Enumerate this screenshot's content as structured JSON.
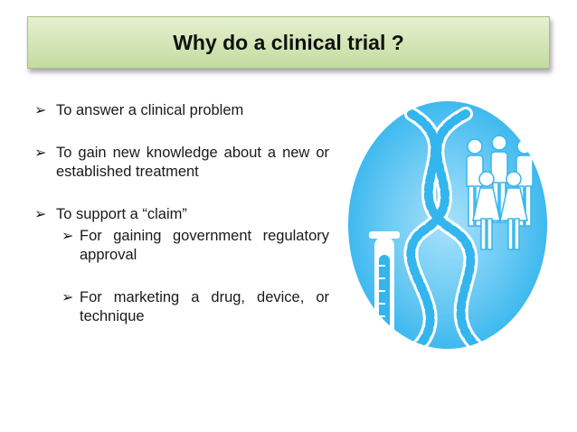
{
  "slide": {
    "title": "Why do a clinical trial ?",
    "bullets": {
      "b1": "To answer a clinical problem",
      "b2": "To gain new knowledge about a new or established treatment",
      "b3": "To support a “claim”",
      "b3_sub1": "For gaining government regulatory approval",
      "b3_sub2": "For marketing a drug, device, or technique"
    },
    "bullet_marker": "➢",
    "illustration": {
      "icons": [
        "dna-icon",
        "test-tube-icon",
        "people-icon"
      ],
      "colors": {
        "circle": "#33b5ee",
        "circle_inner": "#a8e2fb",
        "glyph": "#ffffff"
      }
    }
  }
}
